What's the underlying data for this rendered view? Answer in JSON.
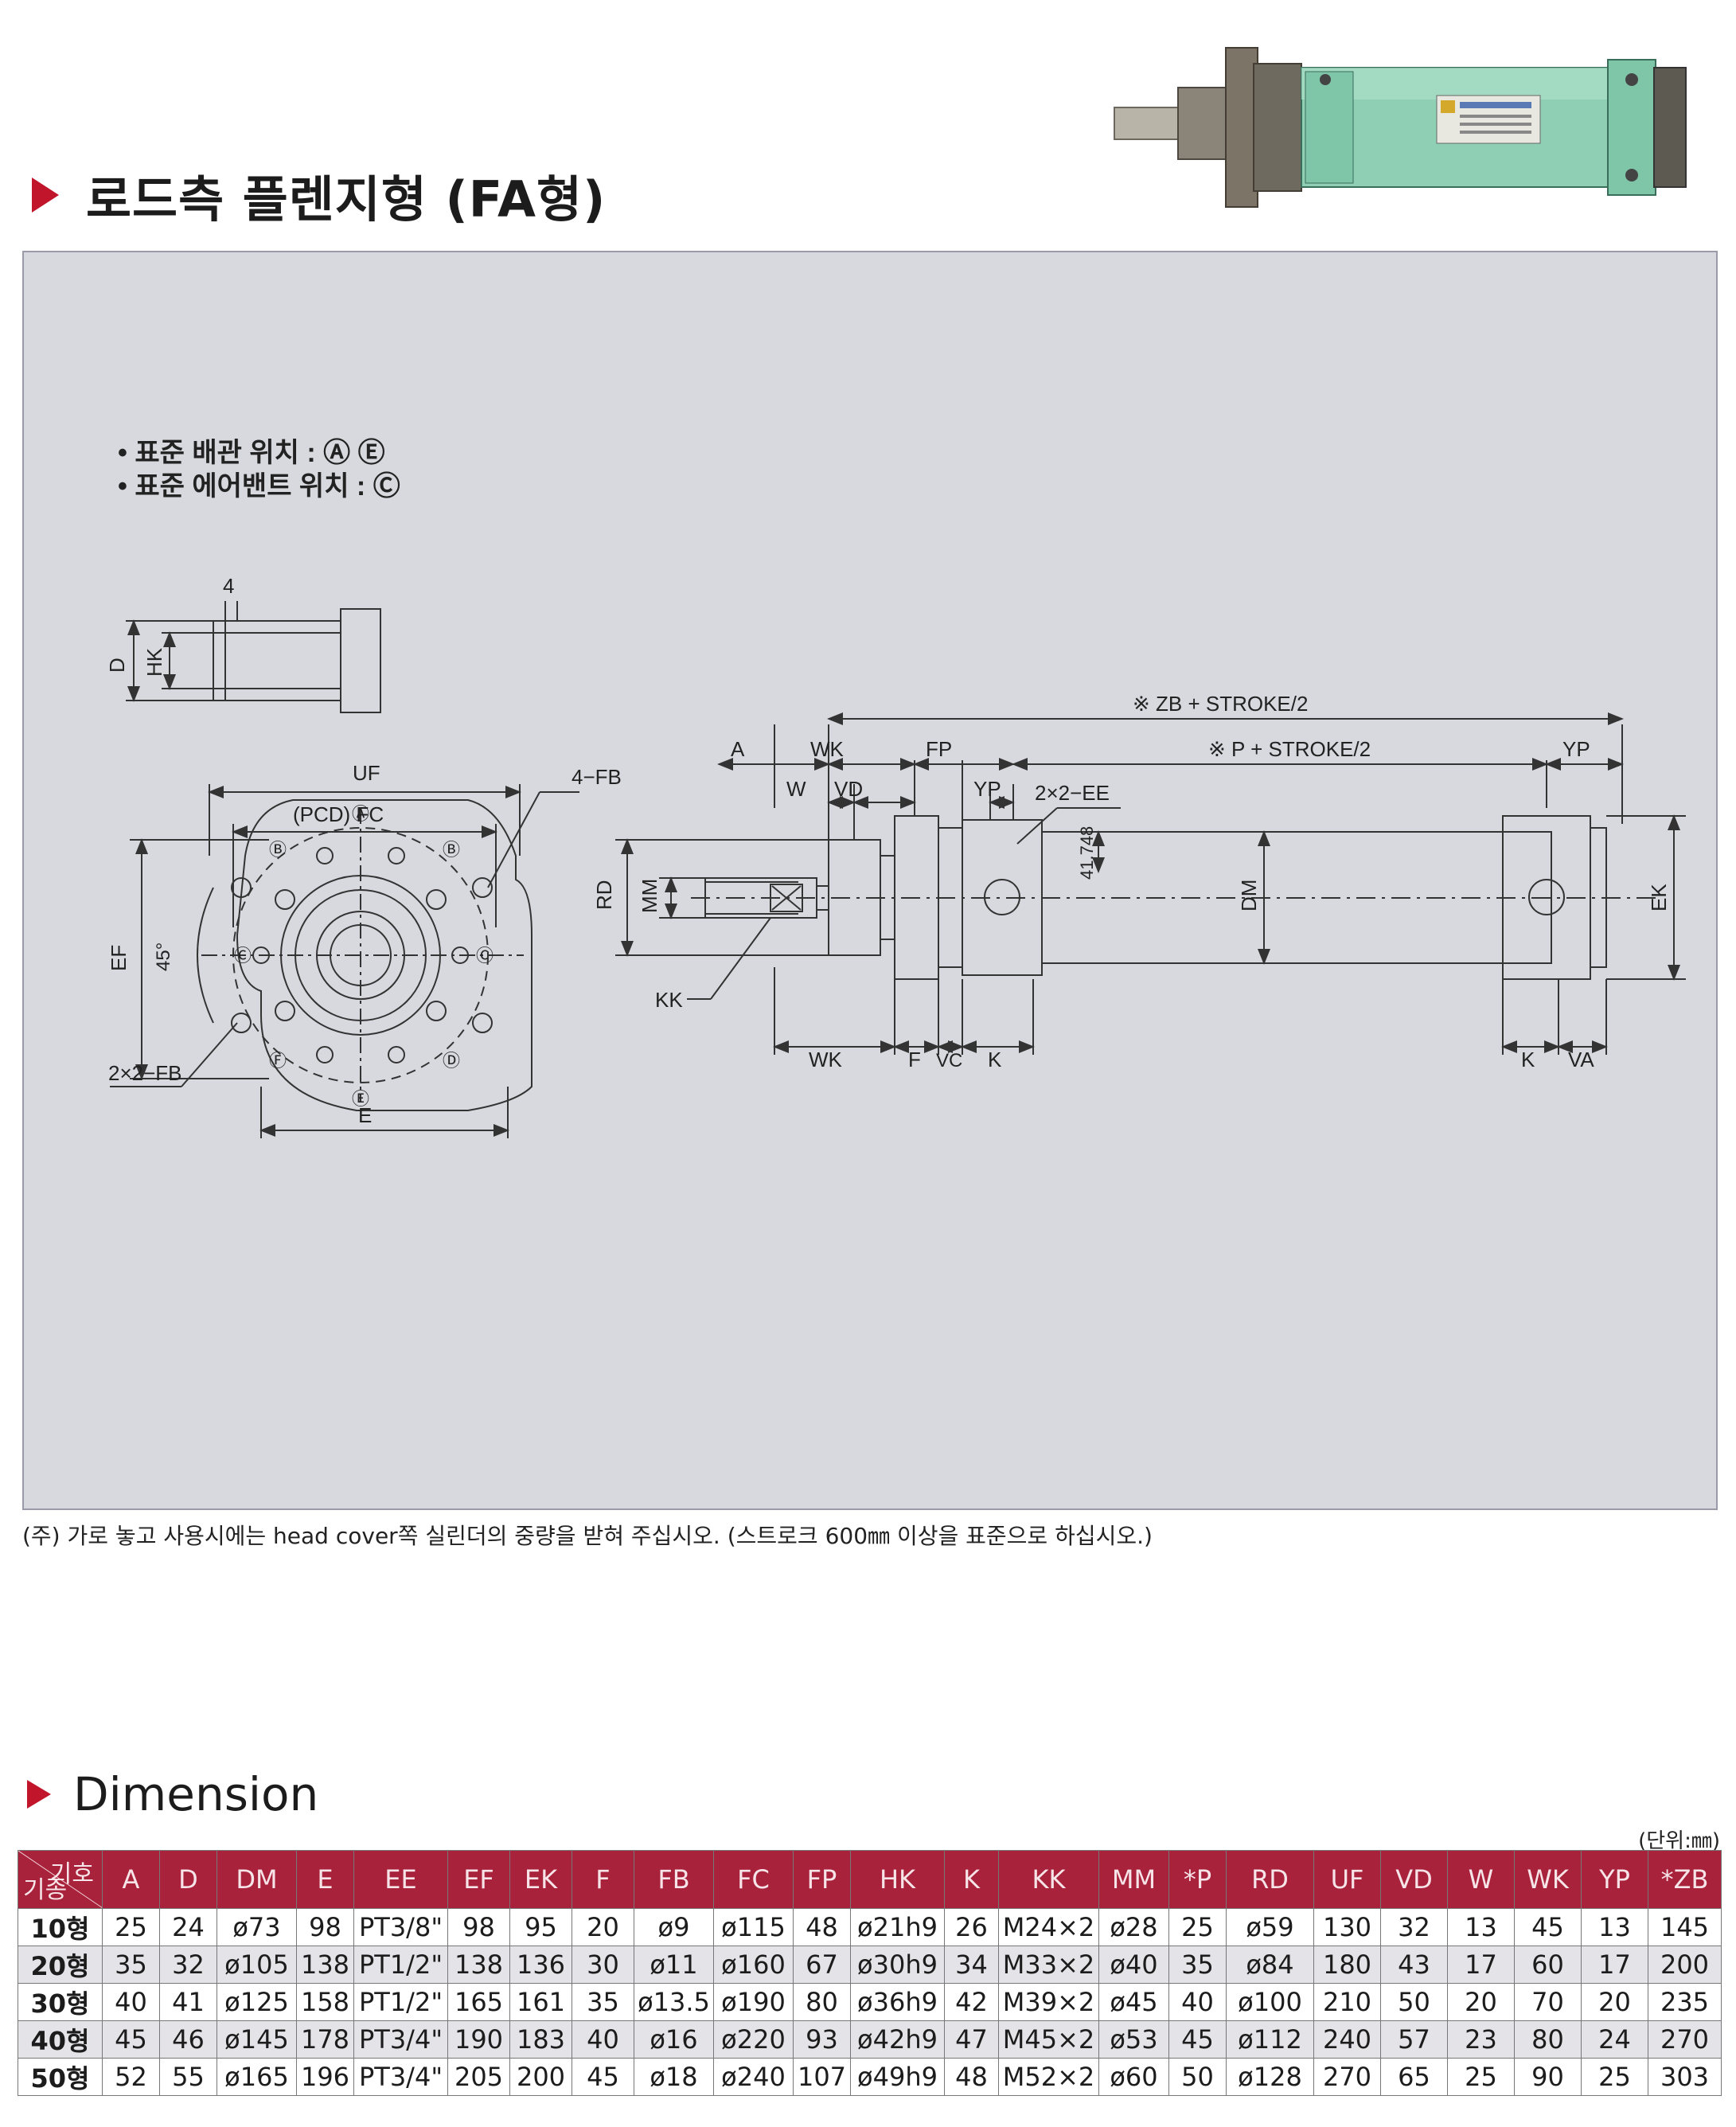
{
  "page": {
    "title": "로드측 플렌지형 (FA형)",
    "notes": [
      "• 표준 배관 위치 : Ⓐ Ⓔ",
      "• 표준 에어밴트 위치 : Ⓒ"
    ],
    "footnote": "(주) 가로 놓고 사용시에는 head cover쪽 실린더의 중량을 받혀 주십시오. (스트로크 600㎜ 이상을 표준으로 하십시오.)",
    "dimension_title": "Dimension",
    "unit": "(단위:㎜)"
  },
  "drawing_labels": {
    "port_4": "4",
    "port_D": "D",
    "port_HK": "HK",
    "UF": "UF",
    "PCD_FC": "(PCD) FC",
    "FB4": "4−FB",
    "EF": "EF",
    "deg45": "45°",
    "FB2": "2×2−FB",
    "E": "E",
    "pos_A": "Ⓐ",
    "pos_B": "Ⓑ",
    "pos_C": "Ⓒ",
    "pos_D": "Ⓓ",
    "pos_E": "Ⓔ",
    "pos_F": "Ⓕ",
    "ZB": "※ ZB + STROKE/2",
    "P": "※ P + STROKE/2",
    "A": "A",
    "WK": "WK",
    "FP": "FP",
    "YP": "YP",
    "W": "W",
    "VD": "VD",
    "EE2": "2×2−EE",
    "RD": "RD",
    "MM": "MM",
    "KK": "KK",
    "DM": "DM",
    "EK": "EK",
    "d41748": "41.748",
    "F": "F",
    "VC": "VC",
    "K": "K",
    "VA": "VA"
  },
  "table": {
    "corner_top": "기호",
    "corner_bottom": "기종",
    "headers": [
      "A",
      "D",
      "DM",
      "E",
      "EE",
      "EF",
      "EK",
      "F",
      "FB",
      "FC",
      "FP",
      "HK",
      "K",
      "KK",
      "MM",
      "*P",
      "RD",
      "UF",
      "VD",
      "W",
      "WK",
      "YP",
      "*ZB"
    ],
    "rows": [
      [
        "10형",
        "25",
        "24",
        "ø73",
        "98",
        "PT3/8\"",
        "98",
        "95",
        "20",
        "ø9",
        "ø115",
        "48",
        "ø21h9",
        "26",
        "M24×2",
        "ø28",
        "25",
        "ø59",
        "130",
        "32",
        "13",
        "45",
        "13",
        "145"
      ],
      [
        "20형",
        "35",
        "32",
        "ø105",
        "138",
        "PT1/2\"",
        "138",
        "136",
        "30",
        "ø11",
        "ø160",
        "67",
        "ø30h9",
        "34",
        "M33×2",
        "ø40",
        "35",
        "ø84",
        "180",
        "43",
        "17",
        "60",
        "17",
        "200"
      ],
      [
        "30형",
        "40",
        "41",
        "ø125",
        "158",
        "PT1/2\"",
        "165",
        "161",
        "35",
        "ø13.5",
        "ø190",
        "80",
        "ø36h9",
        "42",
        "M39×2",
        "ø45",
        "40",
        "ø100",
        "210",
        "50",
        "20",
        "70",
        "20",
        "235"
      ],
      [
        "40형",
        "45",
        "46",
        "ø145",
        "178",
        "PT3/4\"",
        "190",
        "183",
        "40",
        "ø16",
        "ø220",
        "93",
        "ø42h9",
        "47",
        "M45×2",
        "ø53",
        "45",
        "ø112",
        "240",
        "57",
        "23",
        "80",
        "24",
        "270"
      ],
      [
        "50형",
        "52",
        "55",
        "ø165",
        "196",
        "PT3/4\"",
        "205",
        "200",
        "45",
        "ø18",
        "ø240",
        "107",
        "ø49h9",
        "48",
        "M52×2",
        "ø60",
        "50",
        "ø128",
        "270",
        "65",
        "25",
        "90",
        "25",
        "303"
      ]
    ]
  },
  "colors": {
    "accent": "#c0152b",
    "table_header": "#a8223b",
    "panel": "#d8d8df",
    "cylinder": "#8fd0b4"
  }
}
